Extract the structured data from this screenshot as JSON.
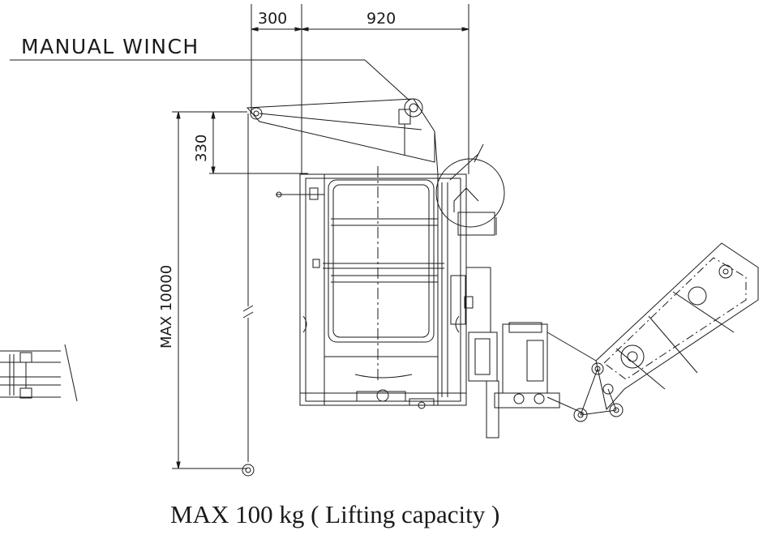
{
  "labels": {
    "winch": "MANUAL  WINCH",
    "dim_left": "300",
    "dim_right": "920",
    "dim_height": "330",
    "dim_max": "MAX  10000",
    "caption": "MAX  100 kg  ( Lifting  capacity )"
  },
  "colors": {
    "line": "#1a1a1a",
    "background": "#ffffff"
  }
}
